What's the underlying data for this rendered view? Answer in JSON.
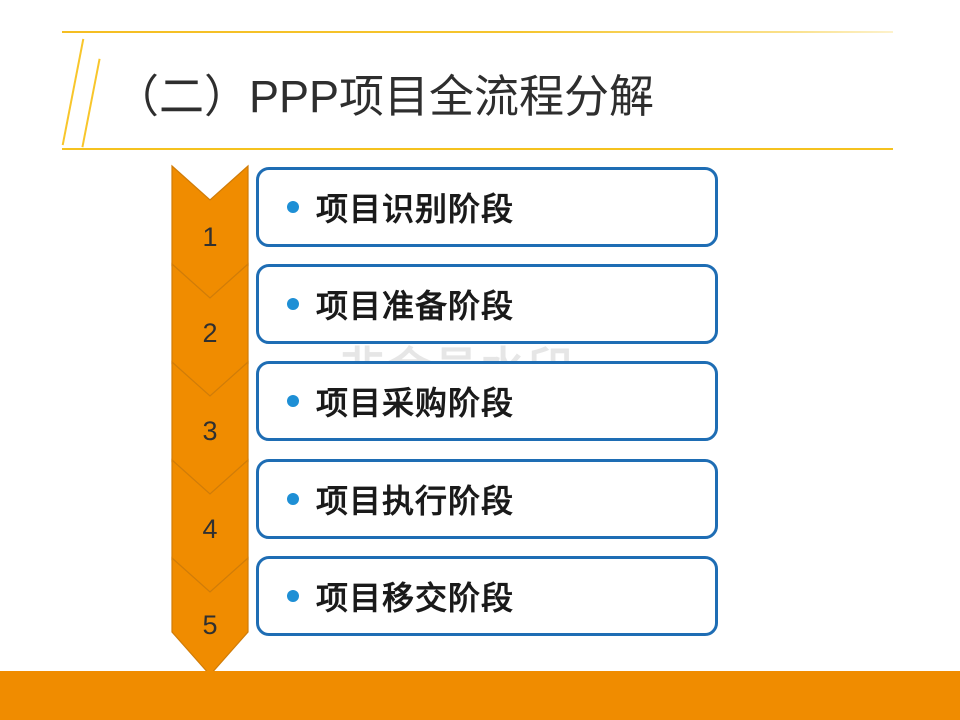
{
  "slide": {
    "title": "（二）PPP项目全流程分解",
    "watermark": "非会员水印",
    "colors": {
      "accent_orange": "#F08C00",
      "title_rule_gold": "#F5C21F",
      "box_border_blue": "#1E6DB4",
      "bullet_blue": "#1E8FD5",
      "title_text": "#2E2E2E",
      "number_text": "#303030",
      "background": "#FFFFFF"
    }
  },
  "flow": {
    "steps": [
      {
        "number": "1",
        "label": "项目识别阶段"
      },
      {
        "number": "2",
        "label": "项目准备阶段"
      },
      {
        "number": "3",
        "label": "项目采购阶段"
      },
      {
        "number": "4",
        "label": "项目执行阶段"
      },
      {
        "number": "5",
        "label": "项目移交阶段"
      }
    ]
  }
}
